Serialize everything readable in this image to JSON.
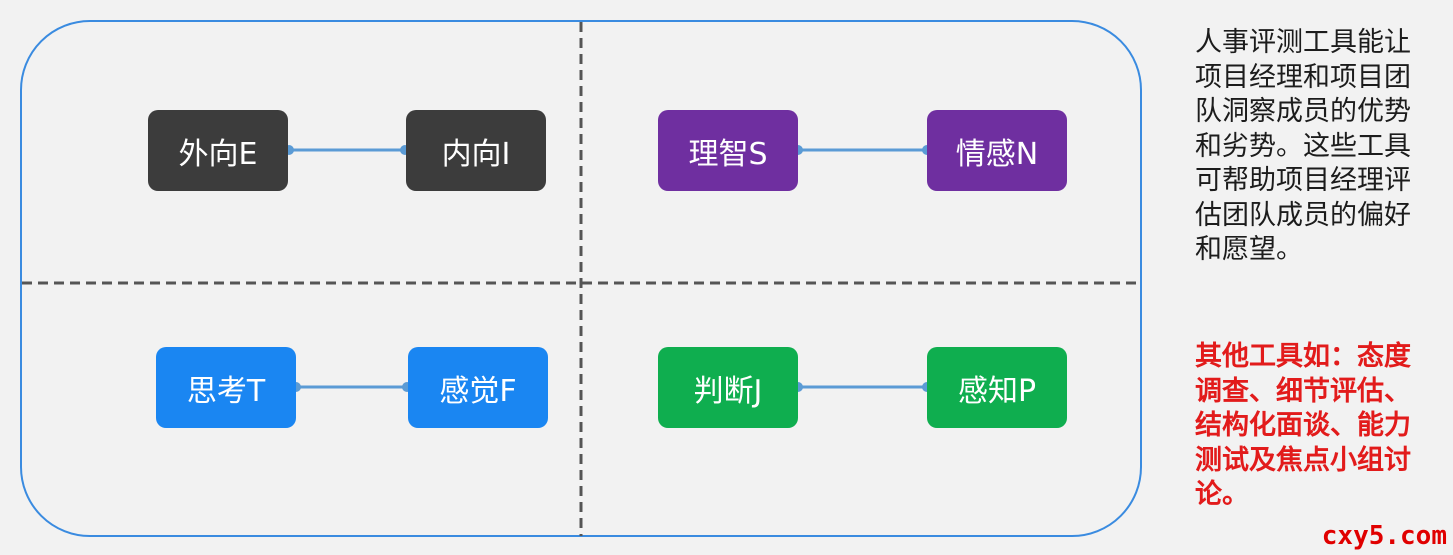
{
  "quadrants": [
    {
      "left": "外向E",
      "right": "内向I",
      "color": "#3c3c3c"
    },
    {
      "left": "理智S",
      "right": "情感N",
      "color": "#6f2fa0"
    },
    {
      "left": "思考T",
      "right": "感觉F",
      "color": "#1a86f2"
    },
    {
      "left": "判断J",
      "right": "感知P",
      "color": "#0fae4f"
    }
  ],
  "side_text": {
    "main": "人事评测工具能让项目经理和项目团队洞察成员的优势和劣势。这些工具可帮助项目经理评估团队成员的偏好和愿望。",
    "other": "其他工具如：态度调查、细节评估、结构化面谈、能力测试及焦点小组讨论。"
  },
  "watermark": "cxy5.com",
  "colors": {
    "border": "#3a8be0",
    "connector": "#5b9bd5",
    "divider": "#555555",
    "red_text": "#e21b1b"
  }
}
